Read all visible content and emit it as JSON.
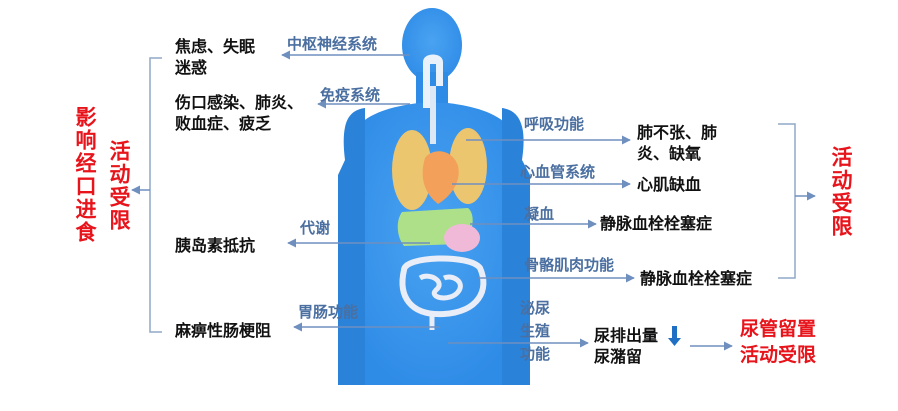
{
  "colors": {
    "body_fill": "#2e8be6",
    "body_dark": "#1f6fc4",
    "system_label": "#4a6fa0",
    "emphasis_red": "#e8141b",
    "arrow": "#6f8fbf",
    "bracket": "#8fa8c8"
  },
  "left_heading": {
    "line1": "影响经口进食",
    "line2": "活动受限"
  },
  "right_heading": "活动受限",
  "left_items": {
    "anxiety": "焦虑、失眠\n迷惑",
    "infection": "伤口感染、肺炎、\n败血症、疲乏",
    "insulin": "胰岛素抵抗",
    "ileus": "麻痹性肠梗阻"
  },
  "right_items": {
    "atelectasis": "肺不张、肺\n炎、缺氧",
    "ischemia": "心肌缺血",
    "thrombosis1": "静脉血栓栓塞症",
    "thrombosis2": "静脉血栓栓塞症",
    "urine": "尿排出量\n尿潴留"
  },
  "systems": {
    "cns": "中枢神经系统",
    "immune": "免疫系统",
    "respiratory": "呼吸功能",
    "cardio": "心血管系统",
    "coagulation": "凝血",
    "metabolism": "代谢",
    "musculoskeletal": "骨骼肌肉功能",
    "gastro": "胃肠功能",
    "urogenital": "泌尿\n生殖\n功能"
  },
  "bottom_right": "尿管留置\n活动受限",
  "icons": {
    "figure": "human-body-silhouette",
    "arrows": "arrow-icon",
    "down": "down-arrow-icon"
  }
}
